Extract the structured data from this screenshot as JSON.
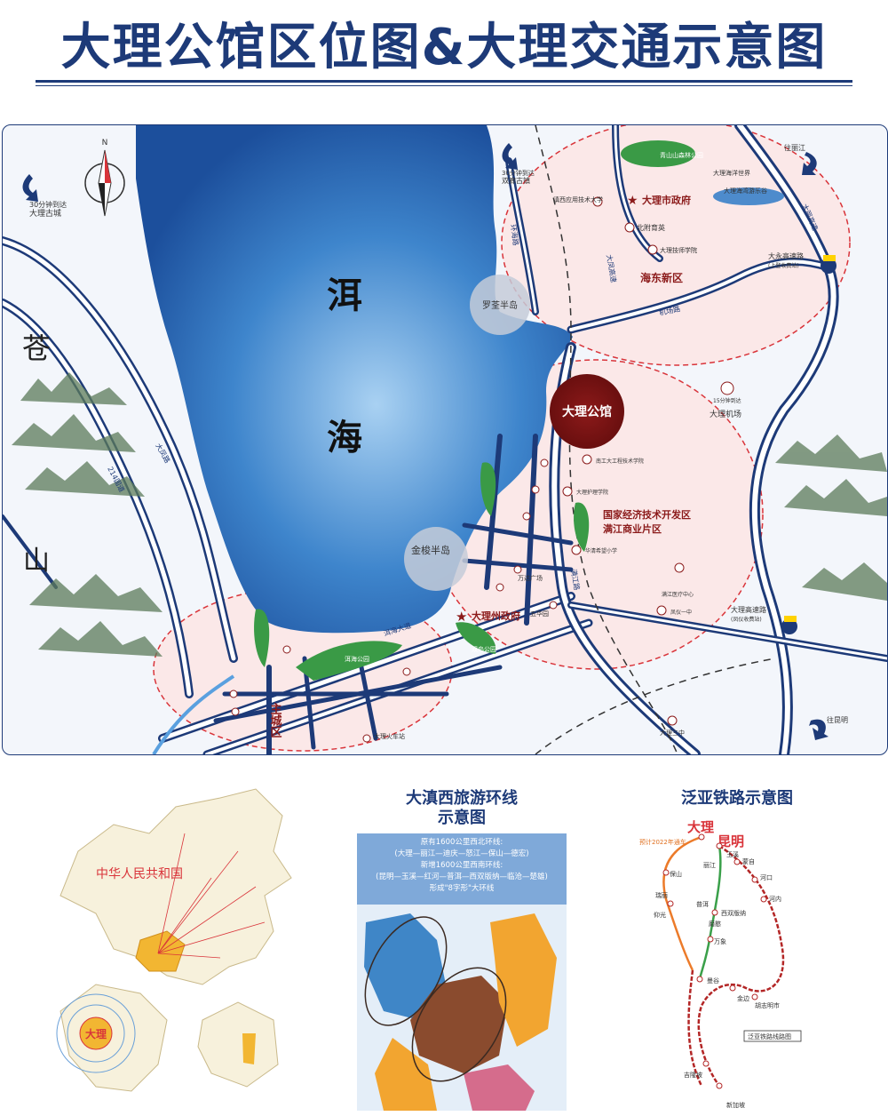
{
  "header": {
    "title": "大理公馆区位图&大理交通示意图"
  },
  "main_map": {
    "lake": {
      "char1": "洱",
      "char2": "海"
    },
    "mountain": {
      "char1": "苍",
      "char2": "山"
    },
    "compass_north": "N",
    "gucheng": {
      "line1": "30分钟到达",
      "line2": "大理古城"
    },
    "shuanglang": {
      "line1": "30分钟到达",
      "line2": "双廊古镇"
    },
    "xialuo": "往丽江",
    "jianchuan": "往昆明",
    "project": "大理公馆",
    "haidong": "海东新区",
    "city_gov": "大理市政府",
    "zhou_gov": "大理州政府",
    "dev_zone": {
      "line1": "国家经济技术开发区",
      "line2": "满江商业片区"
    },
    "main_city": "主城区",
    "peninsula_luo": "罗荃半岛",
    "peninsula_jin": "金梭半岛",
    "airport": "大理机场",
    "airport_sub": "15分钟到达",
    "expressway_up": {
      "line1": "大永高速路",
      "line2": "(上登收费站)"
    },
    "expressway_down": {
      "line1": "大理高速路",
      "line2": "(凤仪收费站)"
    },
    "forest_park": "青山山森林公园",
    "haiyang_park": "大理海洋世界",
    "bay_park": "大理海湾游乐谷",
    "erhai_park": "洱海公园",
    "xiaoshan_park": "双鸟公园",
    "school1": "滇西应用技术大学",
    "school2": "北附育英",
    "school3": "大理技师学院",
    "school4": "南工大工程技术学院",
    "school5": "大理护理学院",
    "school6": "华清希望小学",
    "hospital": "满江医疗中心",
    "school7": "凤仪一中",
    "railway_station": "大理火车站",
    "wanda": "万达广场",
    "wuhua": "五华园",
    "roads": {
      "r1": "大凤路",
      "r2": "214国道",
      "r3": "环海路",
      "r4": "大凤高速",
      "r5": "机场路",
      "r6": "大丽高速",
      "r7": "洱海大道",
      "r8": "满江路",
      "r9": "大理三中"
    }
  },
  "china_map": {
    "label": "中华人民共和国",
    "dali_mini": "大理"
  },
  "loop_line": {
    "title_line1": "大滇西旅游环线",
    "title_line2": "示意图",
    "box_line1": "原有1600公里西北环线:",
    "box_line2": "(大理—丽江—迪庆—怒江—保山—德宏)",
    "box_line3": "新增1600公里西南环线:",
    "box_line4": "(昆明—玉溪—红河—普洱—西双版纳—临沧—楚雄)",
    "box_line5": "形成\"8字形\"大环线"
  },
  "railway": {
    "title": "泛亚铁路示意图",
    "dali": "大理",
    "kunming": "昆明",
    "note": "预计2022年通车",
    "stations": [
      "丽江",
      "玉溪",
      "蒙自",
      "河口",
      "河内",
      "普洱",
      "西双版纳",
      "磨憨",
      "万象",
      "曼谷",
      "新加坡",
      "吉隆坡",
      "金边",
      "胡志明市",
      "保山",
      "瑞丽",
      "仰光"
    ],
    "legend": "泛亚铁路线路图"
  },
  "colors": {
    "navy": "#1d3a78",
    "lake_dark": "#1a5fa8",
    "lake_light": "#7fb6e6",
    "project_red": "#7a1414",
    "zone_pink": "#fbe3e3",
    "dash_red": "#d9343a",
    "park_green": "#2e8b3a"
  }
}
